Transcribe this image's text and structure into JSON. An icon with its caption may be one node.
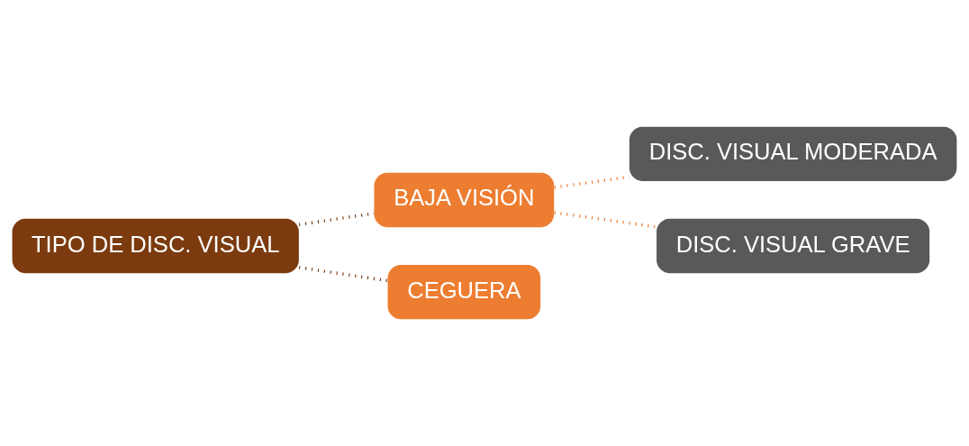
{
  "diagram": {
    "nodes": [
      {
        "text": [
          "TIPO DE DISC. VISUAL"
        ]
      },
      {
        "text": [
          "BAJA VISIÓN"
        ]
      },
      {
        "text": [
          "CEGUERA"
        ]
      },
      {
        "text": [
          "DISC. VISUAL MODERADA"
        ]
      },
      {
        "text": [
          "DISC. VISUAL GRAVE"
        ]
      }
    ],
    "edges": [
      {
        "from": 0,
        "to": 1,
        "arrow": "none",
        "style": "dashed",
        "color": "#7b3b0f"
      },
      {
        "from": 0,
        "to": 2,
        "arrow": "none",
        "style": "dashed",
        "color": "#7b3b0f"
      },
      {
        "from": 1,
        "to": 3,
        "arrow": "none",
        "style": "dashed",
        "color": "#ed7d31"
      },
      {
        "from": 1,
        "to": 4,
        "arrow": "none",
        "style": "dashed",
        "color": "#ed7d31"
      }
    ]
  }
}
